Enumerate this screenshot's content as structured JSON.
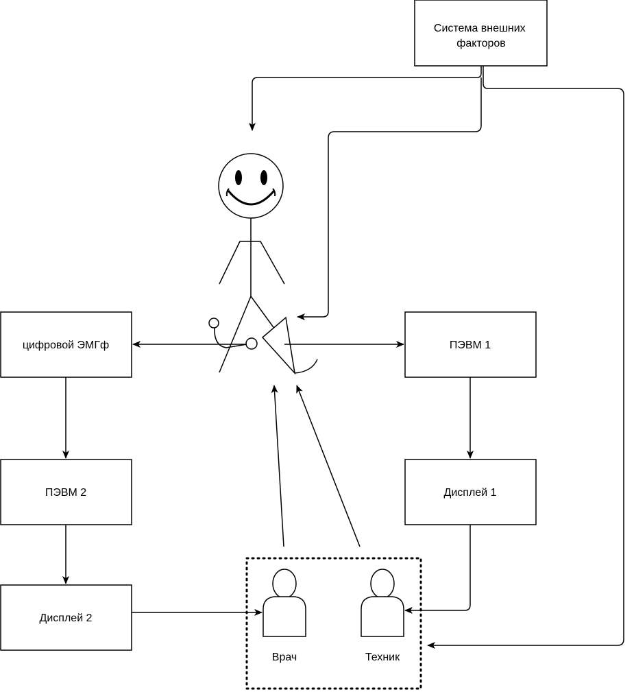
{
  "nodes": {
    "external": "Система внешних\nфакторов",
    "emg": "цифровой ЭМГф",
    "pc1": "ПЭВМ 1",
    "pc2": "ПЭВМ 2",
    "display1": "Дисплей 1",
    "display2": "Дисплей 2",
    "doctor": "Врач",
    "technician": "Техник"
  },
  "colors": {
    "stroke": "#000000",
    "fill": "#ffffff"
  }
}
